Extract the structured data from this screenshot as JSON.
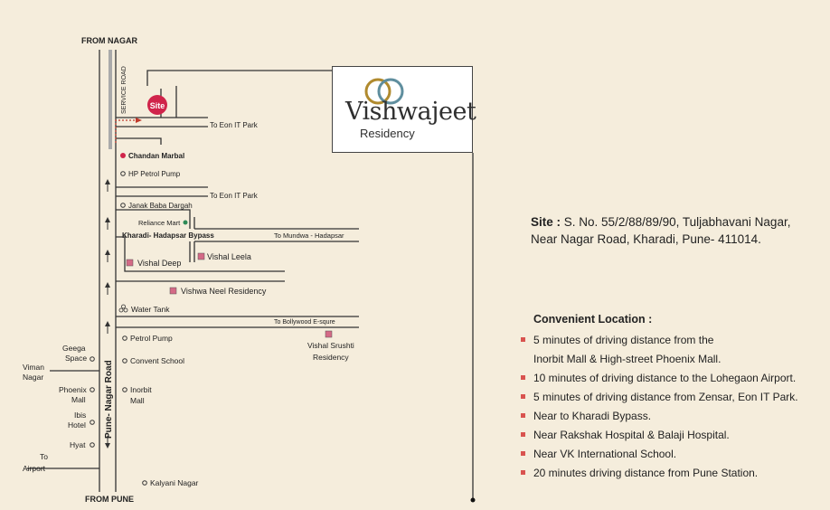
{
  "map": {
    "top_label": "FROM NAGAR",
    "bottom_label": "FROM PUNE",
    "service_road": "SERVICE ROAD",
    "main_road": "Pune- Nagar Road",
    "site_marker": "Site",
    "left_places": {
      "geega": [
        "Geega",
        "Space"
      ],
      "viman": [
        "Viman",
        "Nagar"
      ],
      "phoenix": [
        "Phoenix",
        "Mall"
      ],
      "ibis": [
        "Ibis",
        "Hotel"
      ],
      "hyat": "Hyat",
      "airport": [
        "To",
        "Airport"
      ]
    },
    "landmarks": {
      "chandan": "Chandan Marbal",
      "hp": "HP Petrol Pump",
      "janak": "Janak Baba Dargah",
      "reliance": "Reliance Mart",
      "bypass": "Kharadi- Hadapsar Bypass",
      "mundwa": "To Mundwa - Hadapsar",
      "eon1": "To Eon IT Park",
      "eon2": "To Eon IT Park",
      "vishal_deep": "Vishal Deep",
      "vishal_leela": "Vishal Leela",
      "vishwa_neel": "Vishwa Neel Residency",
      "water_tank": "Water Tank",
      "bollywood": "To Bollywood E-squre",
      "vishal_srushti": [
        "Vishal Srushti",
        "Residency"
      ],
      "petrol": "Petrol Pump",
      "convent": "Convent School",
      "inorbit": [
        "Inorbit",
        "Mall"
      ],
      "kalyani": "Kalyani Nagar"
    }
  },
  "brand": {
    "name": "Vishwajeet",
    "sub": "Residency"
  },
  "site_info": {
    "label": "Site :",
    "line1": "S. No. 55/2/88/89/90, Tuljabhavani Nagar,",
    "line2": "Near Nagar Road, Kharadi, Pune- 411014."
  },
  "location": {
    "title": "Convenient Location :",
    "items": [
      [
        "5 minutes of driving distance from the",
        "Inorbit Mall & High-street Phoenix Mall."
      ],
      [
        "10 minutes of driving distance to the Lohegaon Airport."
      ],
      [
        "5 minutes of driving distance from Zensar, Eon IT Park."
      ],
      [
        "Near to Kharadi Bypass."
      ],
      [
        "Near Rakshak Hospital & Balaji Hospital."
      ],
      [
        "Near VK International School."
      ],
      [
        "20 minutes driving distance from Pune Station."
      ]
    ]
  },
  "colors": {
    "background": "#f5eddc",
    "road": "#333333",
    "site_marker": "#d0244a",
    "bullet": "#d9534f",
    "landmark_square": "#d46a86",
    "reliance_dot": "#2e8b57"
  }
}
